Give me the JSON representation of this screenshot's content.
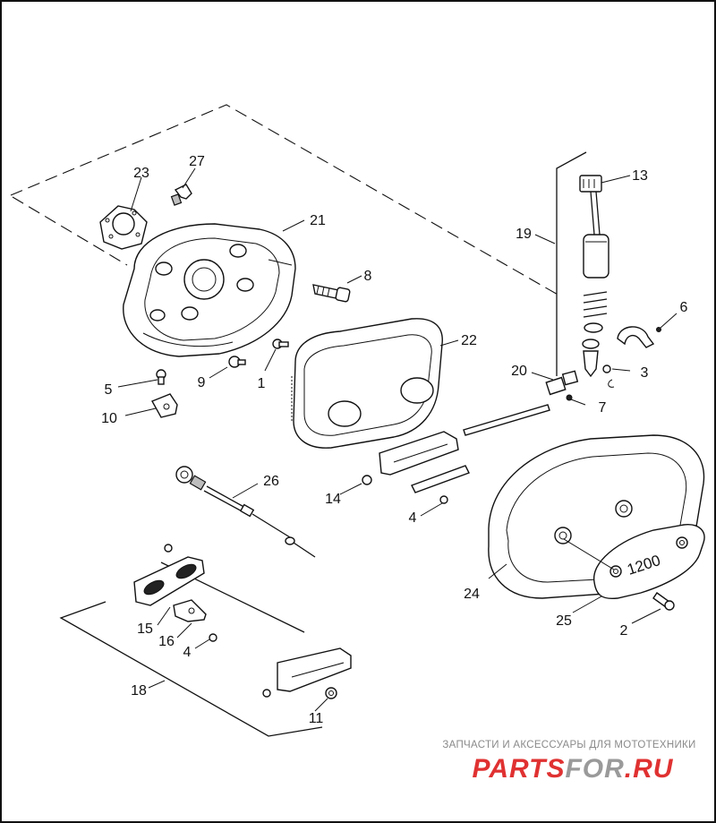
{
  "labels": {
    "l1": "1",
    "l2": "2",
    "l3": "3",
    "l4a": "4",
    "l4b": "4",
    "l5": "5",
    "l6": "6",
    "l7": "7",
    "l8": "8",
    "l9": "9",
    "l10": "10",
    "l11": "11",
    "l13": "13",
    "l14": "14",
    "l15": "15",
    "l16": "16",
    "l18": "18",
    "l19": "19",
    "l20": "20",
    "l21": "21",
    "l22": "22",
    "l23": "23",
    "l24": "24",
    "l25": "25",
    "l26": "26",
    "l27": "27"
  },
  "badge": {
    "text": "1200"
  },
  "watermark": {
    "caption": "ЗАПЧАСТИ И АКСЕССУАРЫ ДЛЯ МОТОТЕХНИКИ",
    "brand_a": "PARTS",
    "brand_b": "FOR",
    "brand_c": ".RU",
    "color": "#e03131"
  }
}
